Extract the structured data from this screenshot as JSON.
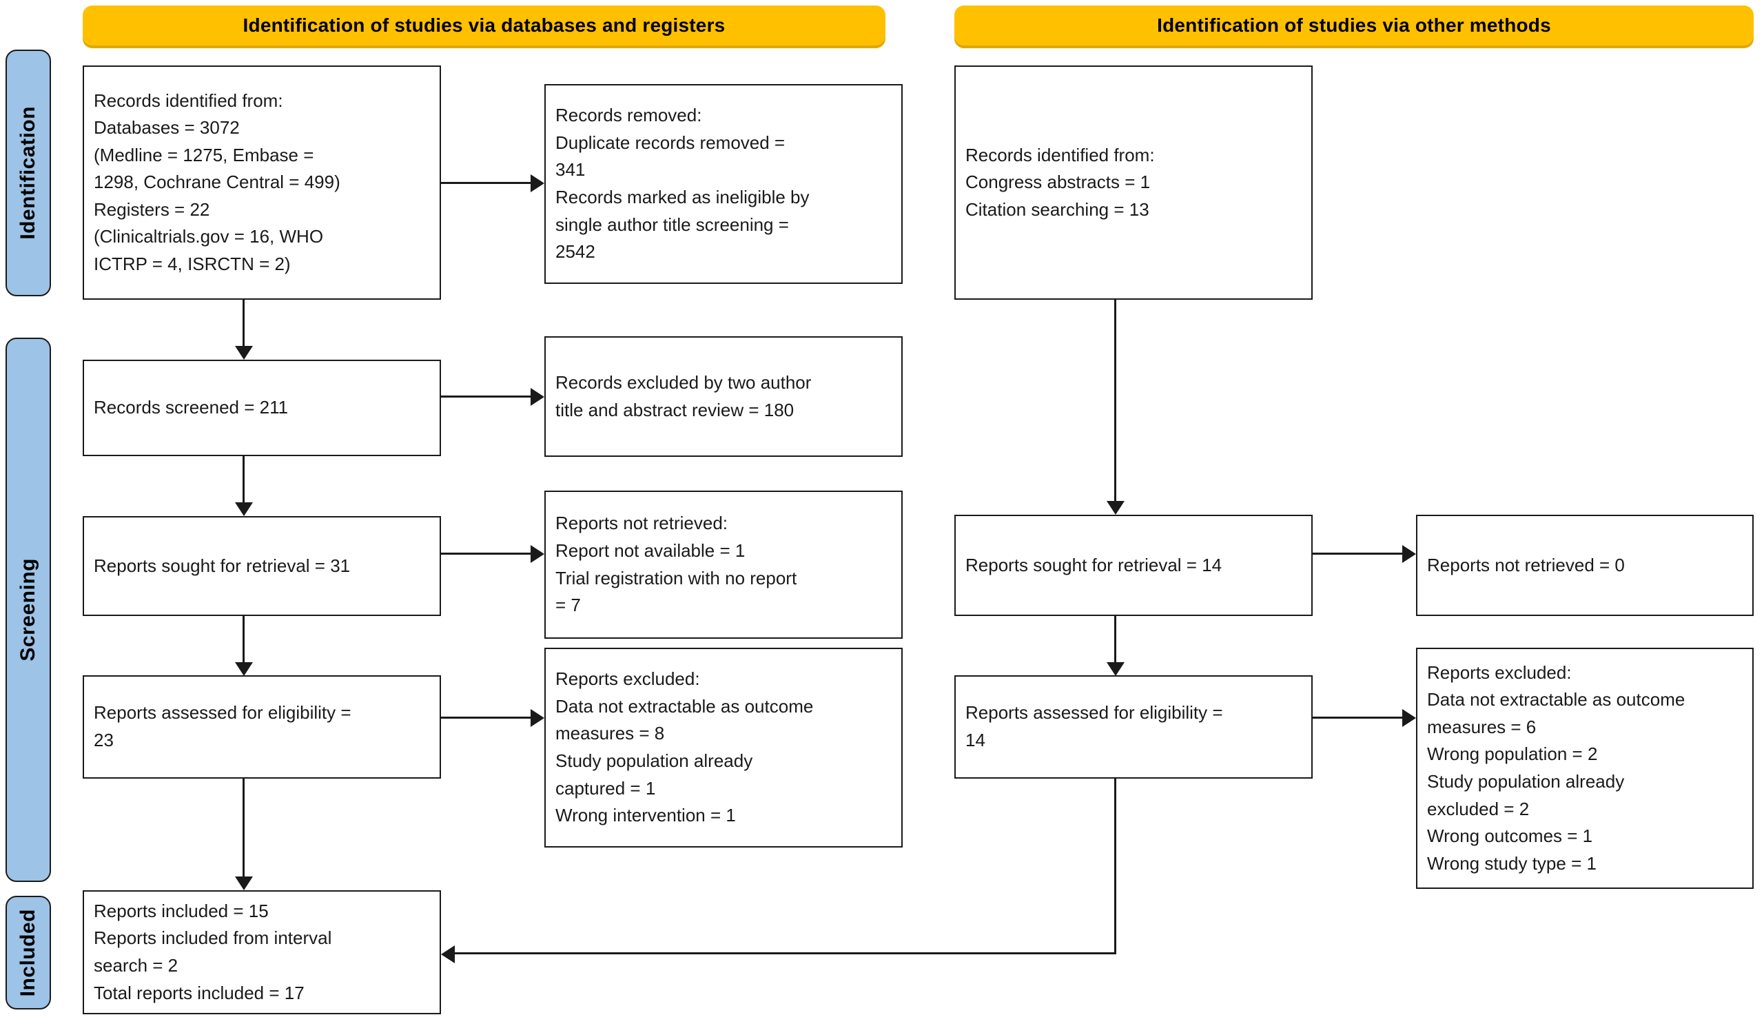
{
  "diagram": {
    "type": "prisma-flow-diagram",
    "banners": [
      {
        "id": "databases",
        "label": "Identification of studies via databases and registers"
      },
      {
        "id": "other",
        "label": "Identification of studies via other methods"
      }
    ],
    "phases": [
      {
        "id": "identification",
        "label": "Identification"
      },
      {
        "id": "screening",
        "label": "Screening"
      },
      {
        "id": "included",
        "label": "Included"
      }
    ],
    "colors": {
      "banner_fill": "#FFC000",
      "banner_shadow": "#E0A800",
      "phase_fill": "#9DC3E6",
      "box_border": "#1A1A1A",
      "box_fill": "#FFFFFF",
      "text": "#1A1A1A"
    },
    "boxes": {
      "db_identified": {
        "lines": [
          "Records identified from:",
          "Databases = 3072",
          "(Medline = 1275, Embase =",
          "1298, Cochrane Central = 499)",
          "Registers = 22",
          "(Clinicaltrials.gov = 16, WHO",
          "ICTRP = 4, ISRCTN = 2)"
        ]
      },
      "db_removed": {
        "lines": [
          "Records removed:",
          "Duplicate records removed =",
          "341",
          "Records marked as ineligible by",
          "single author title screening =",
          "2542"
        ]
      },
      "db_screened": {
        "lines": [
          "Records screened = 211"
        ]
      },
      "db_excluded_screen": {
        "lines": [
          "Records excluded by two author",
          "title and abstract review = 180"
        ]
      },
      "db_sought": {
        "lines": [
          "Reports sought for retrieval = 31"
        ]
      },
      "db_not_retrieved": {
        "lines": [
          "Reports not retrieved:",
          "Report not available = 1",
          "Trial registration with no report",
          "= 7"
        ]
      },
      "db_assessed": {
        "lines": [
          "Reports assessed for eligibility =",
          "23"
        ]
      },
      "db_excluded_elig": {
        "lines": [
          "Reports excluded:",
          "Data not extractable as outcome",
          "measures = 8",
          "Study population already",
          "captured = 1",
          "Wrong intervention = 1"
        ]
      },
      "other_identified": {
        "lines": [
          "Records identified from:",
          "Congress abstracts = 1",
          "Citation searching = 13"
        ]
      },
      "other_sought": {
        "lines": [
          "Reports sought for retrieval = 14"
        ]
      },
      "other_not_retrieved": {
        "lines": [
          "Reports not retrieved = 0"
        ]
      },
      "other_assessed": {
        "lines": [
          "Reports assessed for eligibility =",
          "14"
        ]
      },
      "other_excluded_elig": {
        "lines": [
          "Reports excluded:",
          "Data not extractable as outcome",
          "measures = 6",
          "Wrong population = 2",
          "Study population already",
          "excluded = 2",
          "Wrong outcomes = 1",
          "Wrong study type = 1"
        ]
      },
      "included_final": {
        "lines": [
          "Reports included = 15",
          "Reports included from interval",
          "search = 2",
          "Total reports included = 17"
        ]
      }
    }
  }
}
